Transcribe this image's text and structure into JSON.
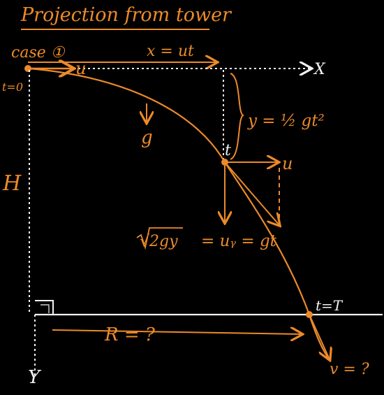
{
  "title": "Projection from tower",
  "case_label": "case ①",
  "labels": {
    "x_eq": "x = ut",
    "x_axis": "X",
    "u_top": "u",
    "t0": "t=0",
    "g": "g",
    "y_eq": "y = ½ gt²",
    "t_mid": "t",
    "u_mid": "u",
    "H": "H",
    "sqrt": "√2gy",
    "vy_eq": "= uᵧ = gt",
    "tT": "t=T",
    "R": "R = ?",
    "v": "v = ?",
    "y_axis": "Y"
  },
  "colors": {
    "orange": "#ec8a2a",
    "white": "#f2f2f2",
    "background": "#000000"
  }
}
